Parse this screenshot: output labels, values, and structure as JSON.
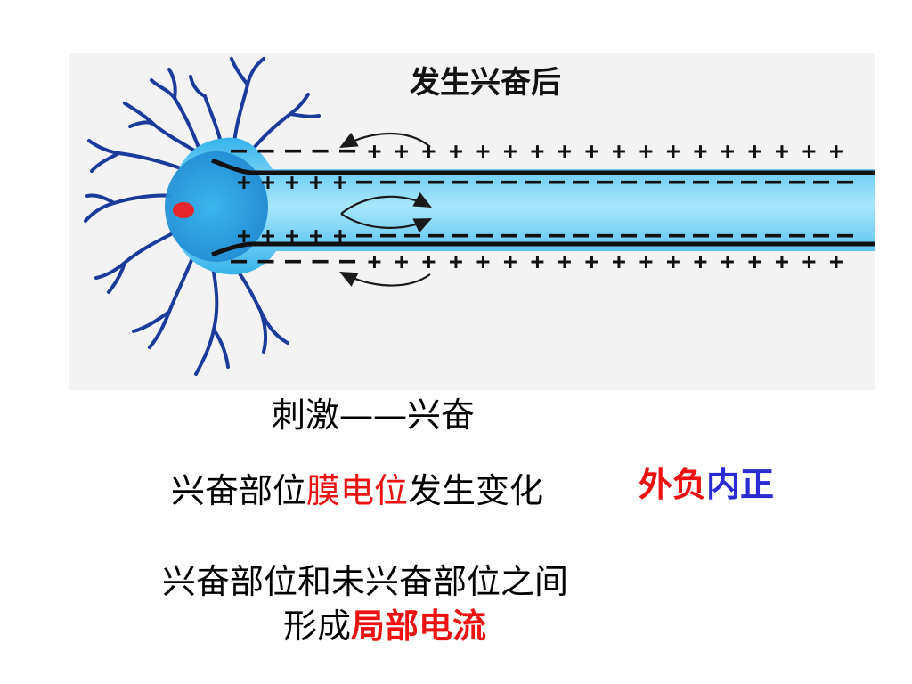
{
  "figure": {
    "title": "发生兴奋后",
    "colors": {
      "cytoplasm": "#35b3ec",
      "cytoplasm_light": "#a8e7fb",
      "nucleus": "#e5262a",
      "dendrite": "#1a3b9a",
      "membrane": "#111111"
    },
    "signs": {
      "top_outer": [
        "-",
        "-",
        "-",
        "-",
        "-",
        "+",
        "+",
        "+",
        "+",
        "+",
        "+",
        "+",
        "+",
        "+",
        "+",
        "+",
        "+",
        "+",
        "+",
        "+",
        "+",
        "+",
        "+"
      ],
      "top_inner": [
        "+",
        "+",
        "+",
        "+",
        "+",
        "-",
        "-",
        "-",
        "-",
        "-",
        "-",
        "-",
        "-",
        "-",
        "-",
        "-",
        "-",
        "-",
        "-",
        "-",
        "-",
        "-",
        "-",
        "-",
        "-",
        "-"
      ],
      "bottom_inner": [
        "+",
        "+",
        "+",
        "+",
        "+",
        "-",
        "-",
        "-",
        "-",
        "-",
        "-",
        "-",
        "-",
        "-",
        "-",
        "-",
        "-",
        "-",
        "-",
        "-",
        "-",
        "-",
        "-",
        "-",
        "-",
        "-"
      ],
      "bottom_outer": [
        "-",
        "-",
        "-",
        "-",
        "-",
        "+",
        "+",
        "+",
        "+",
        "+",
        "+",
        "+",
        "+",
        "+",
        "+",
        "+",
        "+",
        "+",
        "+",
        "+",
        "+",
        "+",
        "+"
      ]
    }
  },
  "captions": {
    "line1": "刺激——兴奋",
    "line2": {
      "part1": "兴奋部位",
      "part2_highlight": "膜电位",
      "part3": "发生变化"
    },
    "answer": {
      "outer": "外负",
      "inner": "内正"
    },
    "line3": "兴奋部位和未兴奋部位之间",
    "line4": {
      "part1": "形成",
      "part2_highlight": "局部电流"
    }
  }
}
